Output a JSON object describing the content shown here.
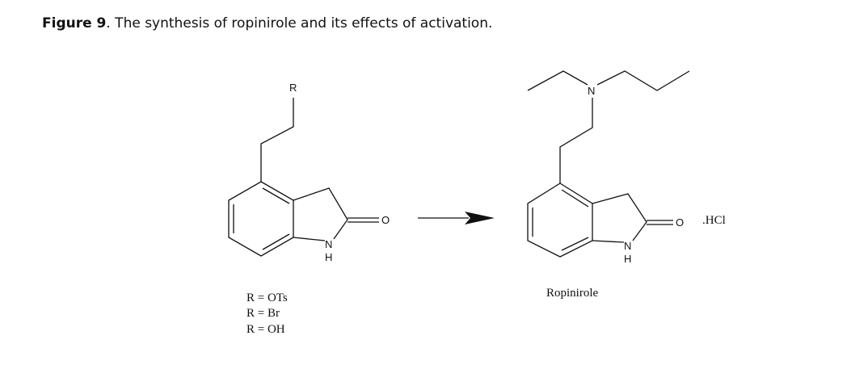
{
  "caption": {
    "label": "Figure 9",
    "text": ". The synthesis of ropinirole and its effects of activation."
  },
  "reactant": {
    "r_label": "R",
    "o_label": "O",
    "n_label": "N",
    "h_label": "H",
    "r_options": [
      "R = OTs",
      "R = Br",
      "R = OH"
    ]
  },
  "product": {
    "name": "Ropinirole",
    "n_amine_label": "N",
    "o_label": "O",
    "n_label": "N",
    "h_label": "H",
    "salt": ".HCl"
  }
}
